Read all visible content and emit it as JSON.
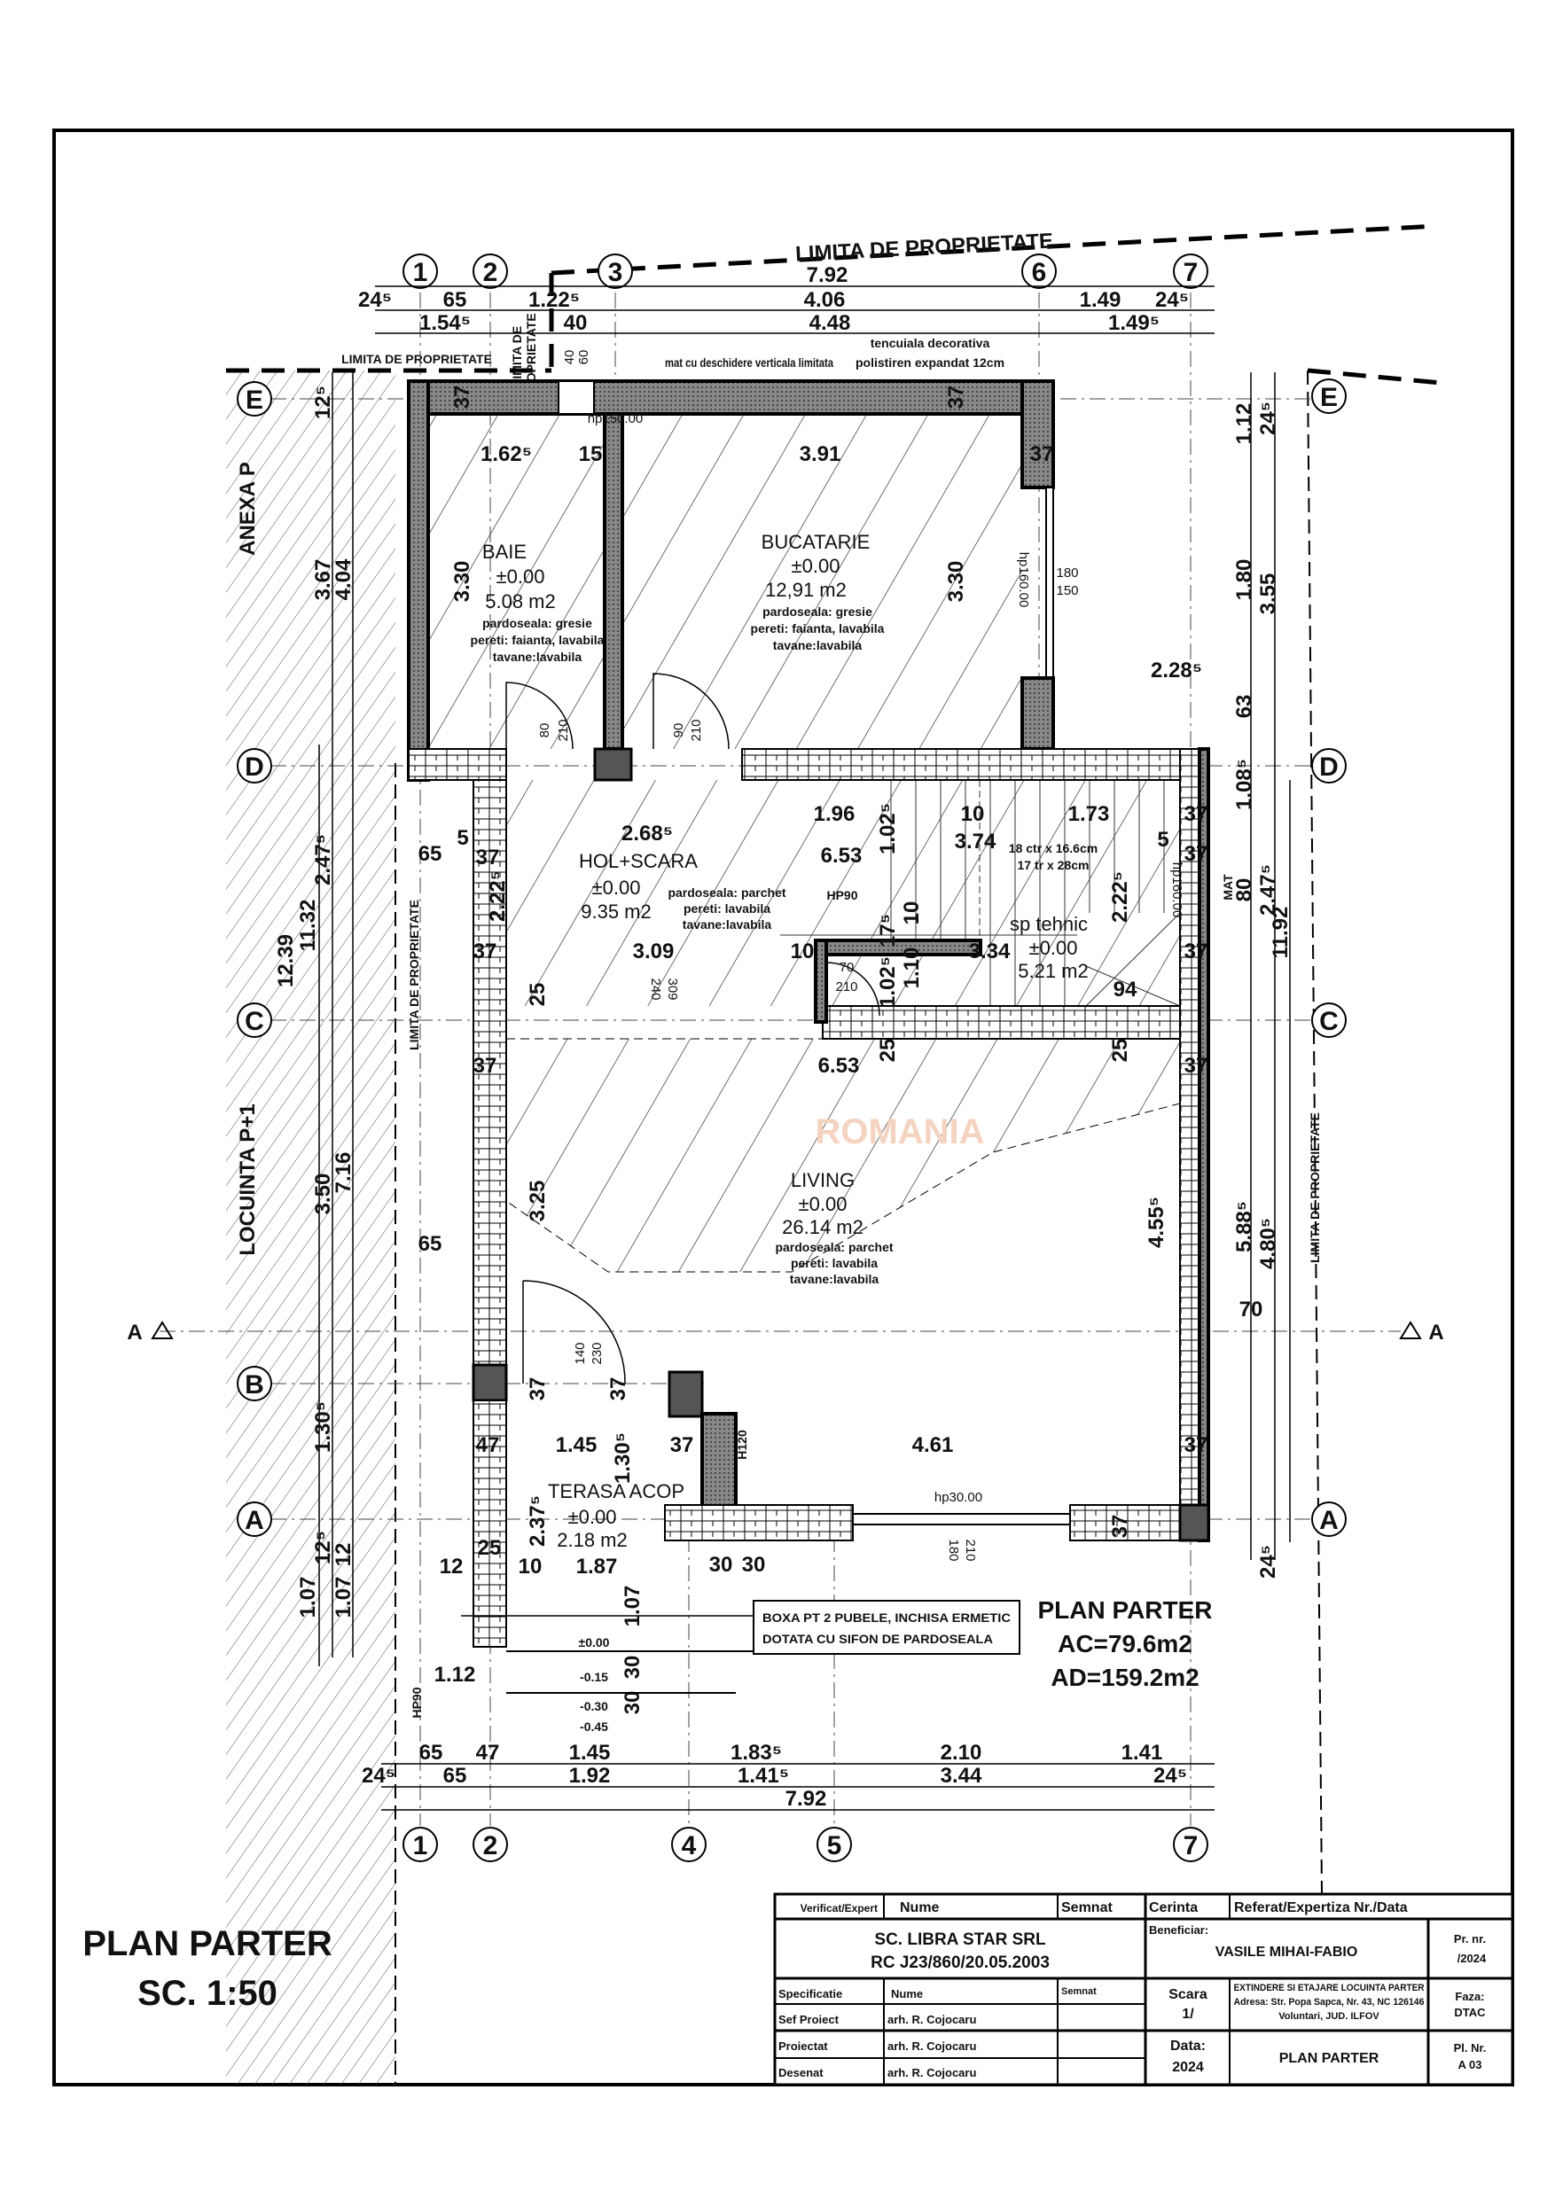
{
  "sheet": {
    "plan_title": "PLAN PARTER",
    "plan_scale": "SC. 1:50",
    "summary_title": "PLAN PARTER",
    "ac": "AC=79.6m2",
    "ad": "AD=159.2m2",
    "watermark": "ROMANIA",
    "note_box": [
      "BOXA PT 2 PUBELE, INCHISA ERMETIC",
      "DOTATA CU SIFON DE PARDOSEALA"
    ]
  },
  "labels": {
    "property_limit_top": "LIMITA DE PROPRIETATE",
    "property_limit_small": "LIMITA DE PROPRIETATE",
    "property_limit_vertical_small": [
      "LIMITA DE",
      "PROPRIETATE"
    ],
    "property_limit_left": "LIMITA DE PROPRIETATE",
    "property_limit_right": "LIMITA DE PROPRIETATE",
    "anexa": "ANEXA P",
    "locuinta": "LOCUINTA P+1",
    "mat_note": "mat cu deschidere verticala limitata",
    "facade_note": [
      "tencuiala decorativa",
      "polistiren expandat 12cm"
    ],
    "mat": "MAT",
    "section_mark": "A"
  },
  "grid_axes": {
    "top": [
      "1",
      "2",
      "3",
      "6",
      "7"
    ],
    "bottom": [
      "1",
      "2",
      "4",
      "5",
      "7"
    ],
    "left": [
      "E",
      "D",
      "C",
      "B",
      "A"
    ],
    "right": [
      "E",
      "D",
      "C",
      "A"
    ]
  },
  "rooms": [
    {
      "name": "BAIE",
      "level": "±0.00",
      "area": "5.08 m2",
      "finishes": [
        "pardoseala: gresie",
        "pereti: faianta, lavabila",
        "tavane:lavabila"
      ]
    },
    {
      "name": "BUCATARIE",
      "level": "±0.00",
      "area": "12,91 m2",
      "finishes": [
        "pardoseala: gresie",
        "pereti: faianta, lavabila",
        "tavane:lavabila"
      ]
    },
    {
      "name": "HOL+SCARA",
      "level": "±0.00",
      "area": "9.35 m2",
      "finishes": [
        "pardoseala: parchet",
        "pereti: lavabila",
        "tavane:lavabila"
      ]
    },
    {
      "name": "sp tehnic",
      "level": "±0.00",
      "area": "5.21 m2"
    },
    {
      "name": "LIVING",
      "level": "±0.00",
      "area": "26.14 m2",
      "finishes": [
        "pardoseala: parchet",
        "pereti: lavabila",
        "tavane:lavabila"
      ]
    },
    {
      "name": "TERASA ACOP",
      "level": "±0.00",
      "area": "2.18 m2"
    }
  ],
  "stair": {
    "risers": "18 ctr x 16.6cm",
    "treads": "17 tr x 28cm"
  },
  "dims": {
    "top": [
      "7.92",
      "24⁵",
      "65",
      "1.22⁵",
      "4.06",
      "1.49",
      "24⁵",
      "1.54⁵",
      "40",
      "4.48",
      "1.49⁵"
    ],
    "bottom": [
      "65",
      "47",
      "1.45",
      "1.83⁵",
      "2.10",
      "1.41",
      "24⁵",
      "65",
      "1.92",
      "1.41⁵",
      "3.44",
      "24⁵",
      "7.92"
    ],
    "left": [
      "12⁵",
      "3.67",
      "4.04",
      "2.47⁵",
      "11.32",
      "12.39",
      "3.50",
      "7.16",
      "1.30⁵",
      "12⁵",
      "12",
      "1.07",
      "1.07"
    ],
    "right": [
      "1.12",
      "24⁵",
      "1.80",
      "3.55",
      "63",
      "1.08⁵",
      "80",
      "2.47⁵",
      "11.92",
      "5.88⁵",
      "4.80⁵",
      "24⁵",
      "2.28⁵",
      "70"
    ],
    "interior": [
      "1.62⁵",
      "15",
      "3.91",
      "37",
      "3.30",
      "3.30",
      "37",
      "37",
      "2.68⁵",
      "1.96",
      "1.02⁵",
      "10",
      "1.73",
      "6.53",
      "3.74",
      "5",
      "37",
      "65",
      "2.22⁵",
      "3.09",
      "10",
      "37",
      "25",
      "17⁵",
      "10",
      "1.10",
      "1.02⁵",
      "3.34",
      "2.22⁵",
      "94",
      "5",
      "37",
      "37",
      "37",
      "6.53",
      "25",
      "25",
      "37",
      "37",
      "65",
      "3.25",
      "4.55⁵",
      "37",
      "37",
      "47",
      "1.45",
      "1.30⁵",
      "37",
      "4.61",
      "37",
      "2.37⁵",
      "25",
      "12",
      "10",
      "1.87",
      "30",
      "30",
      "1.07",
      "1.12",
      "30",
      "30",
      "37"
    ],
    "levels": [
      "±0.00",
      "-0.15",
      "-0.30",
      "-0.45"
    ],
    "openings": [
      "hp150.00",
      "40",
      "60",
      "80",
      "210",
      "90",
      "210",
      "70",
      "210",
      "309",
      "240",
      "140",
      "230",
      "180",
      "210",
      "180",
      "150",
      "hp160.00",
      "hp160.00",
      "hp30.00",
      "HP90",
      "HP90",
      "H120"
    ]
  },
  "title_block": {
    "verificat": "Verificat/Expert",
    "nume": "Nume",
    "semnat": "Semnat",
    "cerinta": "Cerinta",
    "referat": "Referat/Expertiza Nr./Data",
    "company": "SC. LIBRA STAR SRL",
    "company_rc": "RC J23/860/20.05.2003",
    "beneficiar_label": "Beneficiar:",
    "beneficiar": "VASILE MIHAI-FABIO",
    "pr_nr_label": "Pr. nr.",
    "pr_nr": "/2024",
    "specificatie": "Specificatie",
    "nume2": "Nume",
    "semnat2": "Semnat",
    "scara_label": "Scara",
    "scara": "1/",
    "project": "EXTINDERE SI ETAJARE LOCUINTA PARTER",
    "address": "Adresa: Str. Popa Sapca, Nr. 43, NC 126146",
    "address2": "Voluntari, JUD. ILFOV",
    "faza_label": "Faza:",
    "faza": "DTAC",
    "rows": [
      {
        "role": "Sef Proiect",
        "name": "arh. R. Cojocaru"
      },
      {
        "role": "Proiectat",
        "name": "arh. R. Cojocaru"
      },
      {
        "role": "Desenat",
        "name": "arh. R. Cojocaru"
      }
    ],
    "data_label": "Data:",
    "data": "2024",
    "sheet_name": "PLAN PARTER",
    "pl_nr_label": "Pl. Nr.",
    "pl_nr": "A 03"
  }
}
